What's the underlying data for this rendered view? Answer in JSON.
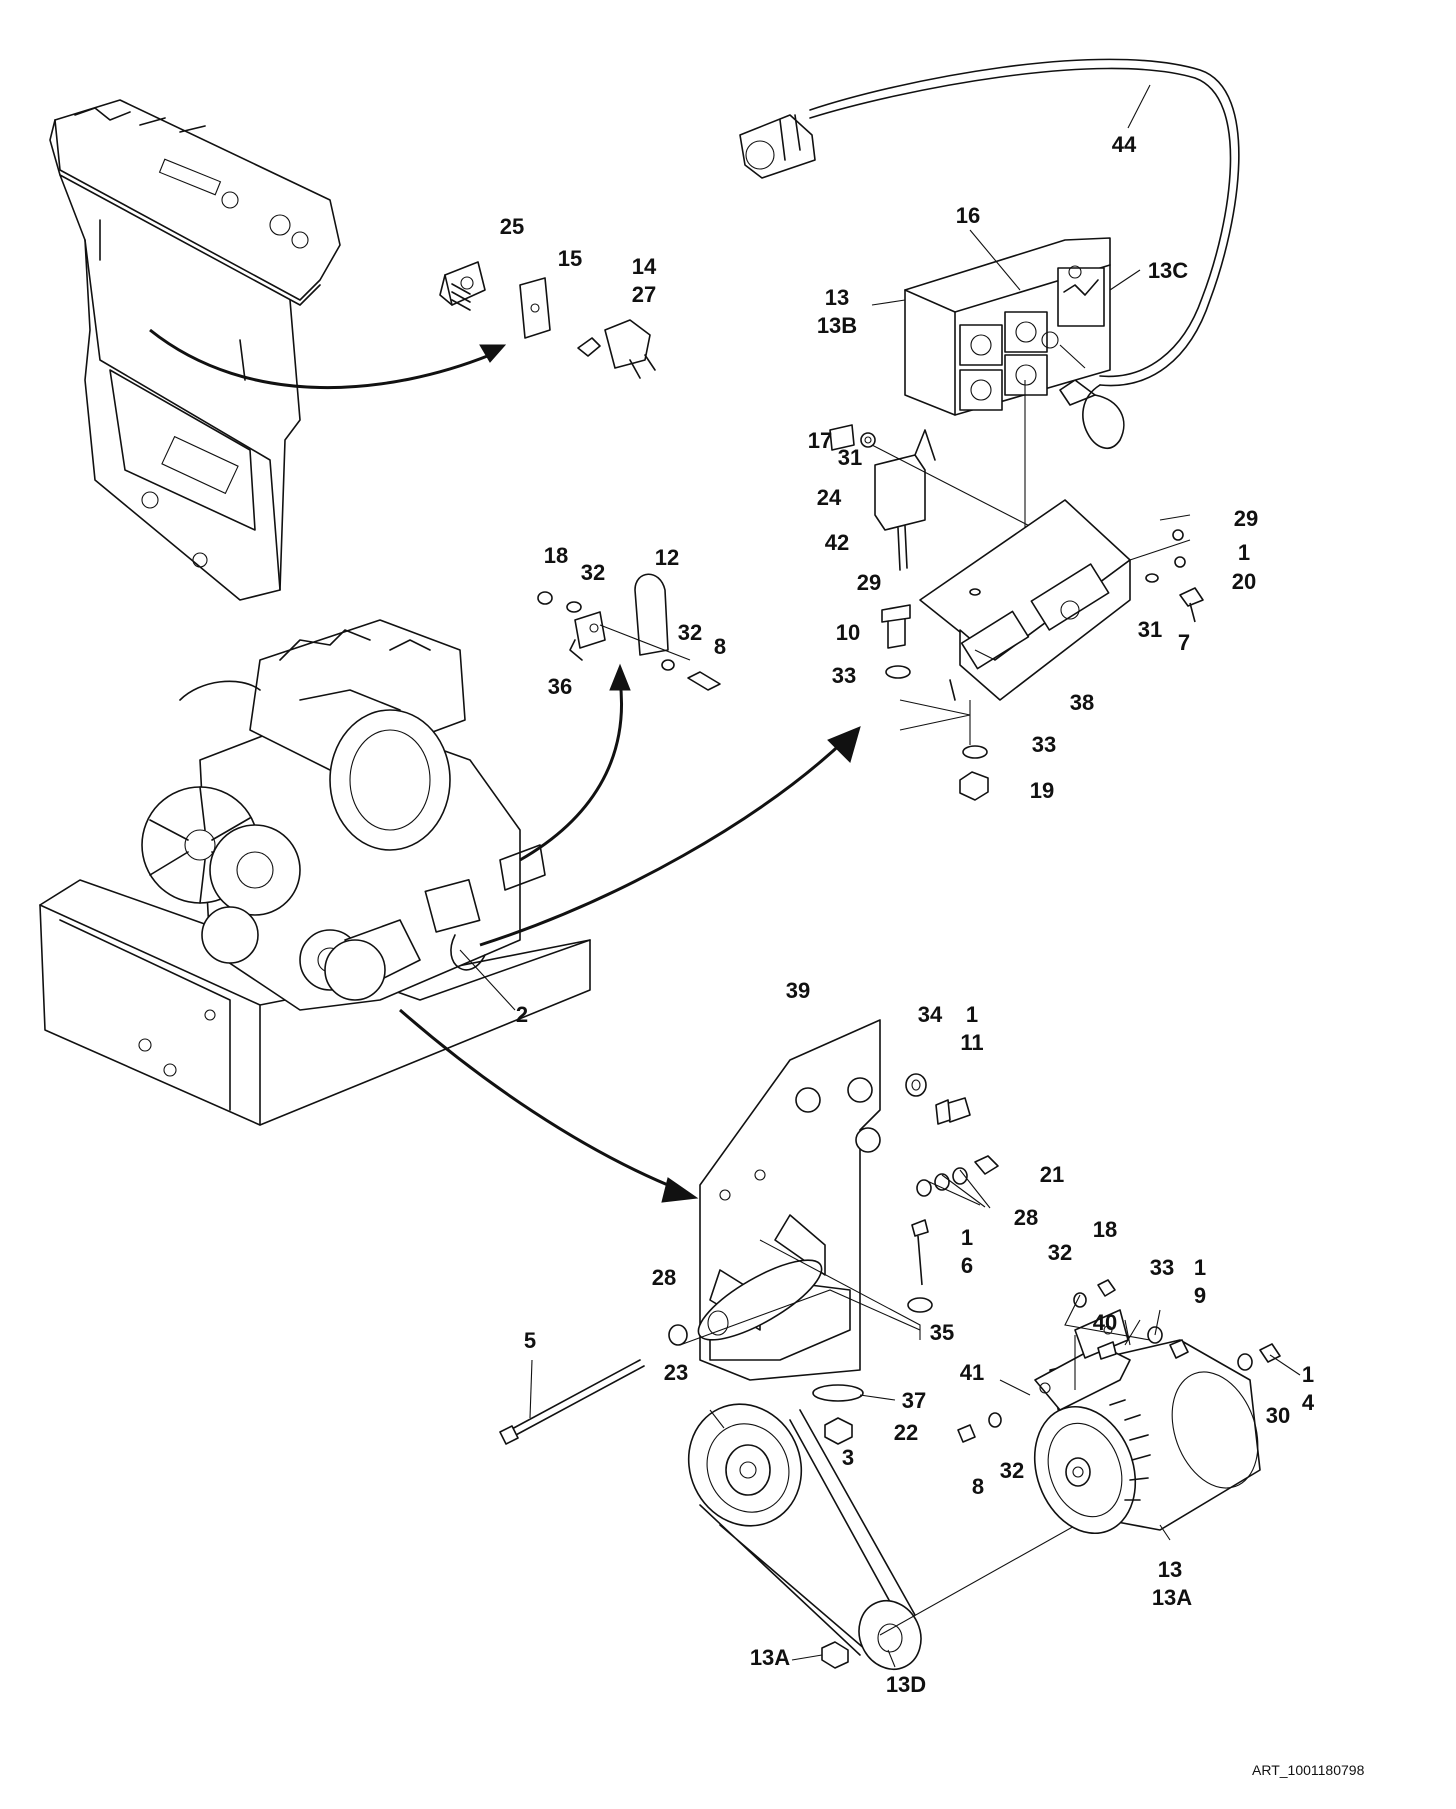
{
  "labels": {
    "l44": "44",
    "l16": "16",
    "l13c": "13C",
    "l13a_top": "13",
    "l13b": "13B",
    "l25": "25",
    "l15": "15",
    "l14": "14",
    "l27": "27",
    "l17": "17",
    "l31a": "31",
    "l24": "24",
    "l42": "42",
    "l29a": "29",
    "l1a": "1",
    "l20": "20",
    "l29b": "29",
    "l31b": "31",
    "l7": "7",
    "l10": "10",
    "l33a": "33",
    "l38": "38",
    "l33b": "33",
    "l19": "19",
    "l18a": "18",
    "l32a": "32",
    "l12": "12",
    "l32b": "32",
    "l8a": "8",
    "l36": "36",
    "l2": "2",
    "l39": "39",
    "l34": "34",
    "l1b": "1",
    "l11": "11",
    "l21": "21",
    "l28a": "28",
    "l1c": "1",
    "l6": "6",
    "l32c": "32",
    "l18b": "18",
    "l33c": "33",
    "l1d": "1",
    "l9": "9",
    "l28b": "28",
    "l35": "35",
    "l40": "40",
    "l5": "5",
    "l23": "23",
    "l41": "41",
    "l1e": "1",
    "l4": "4",
    "l37": "37",
    "l30": "30",
    "l22": "22",
    "l3": "3",
    "l8b": "8",
    "l32d": "32",
    "l13_bot": "13",
    "l13a_bot": "13A",
    "l13a_nut": "13A",
    "l13d": "13D"
  },
  "art_id": "ART_1001180798"
}
